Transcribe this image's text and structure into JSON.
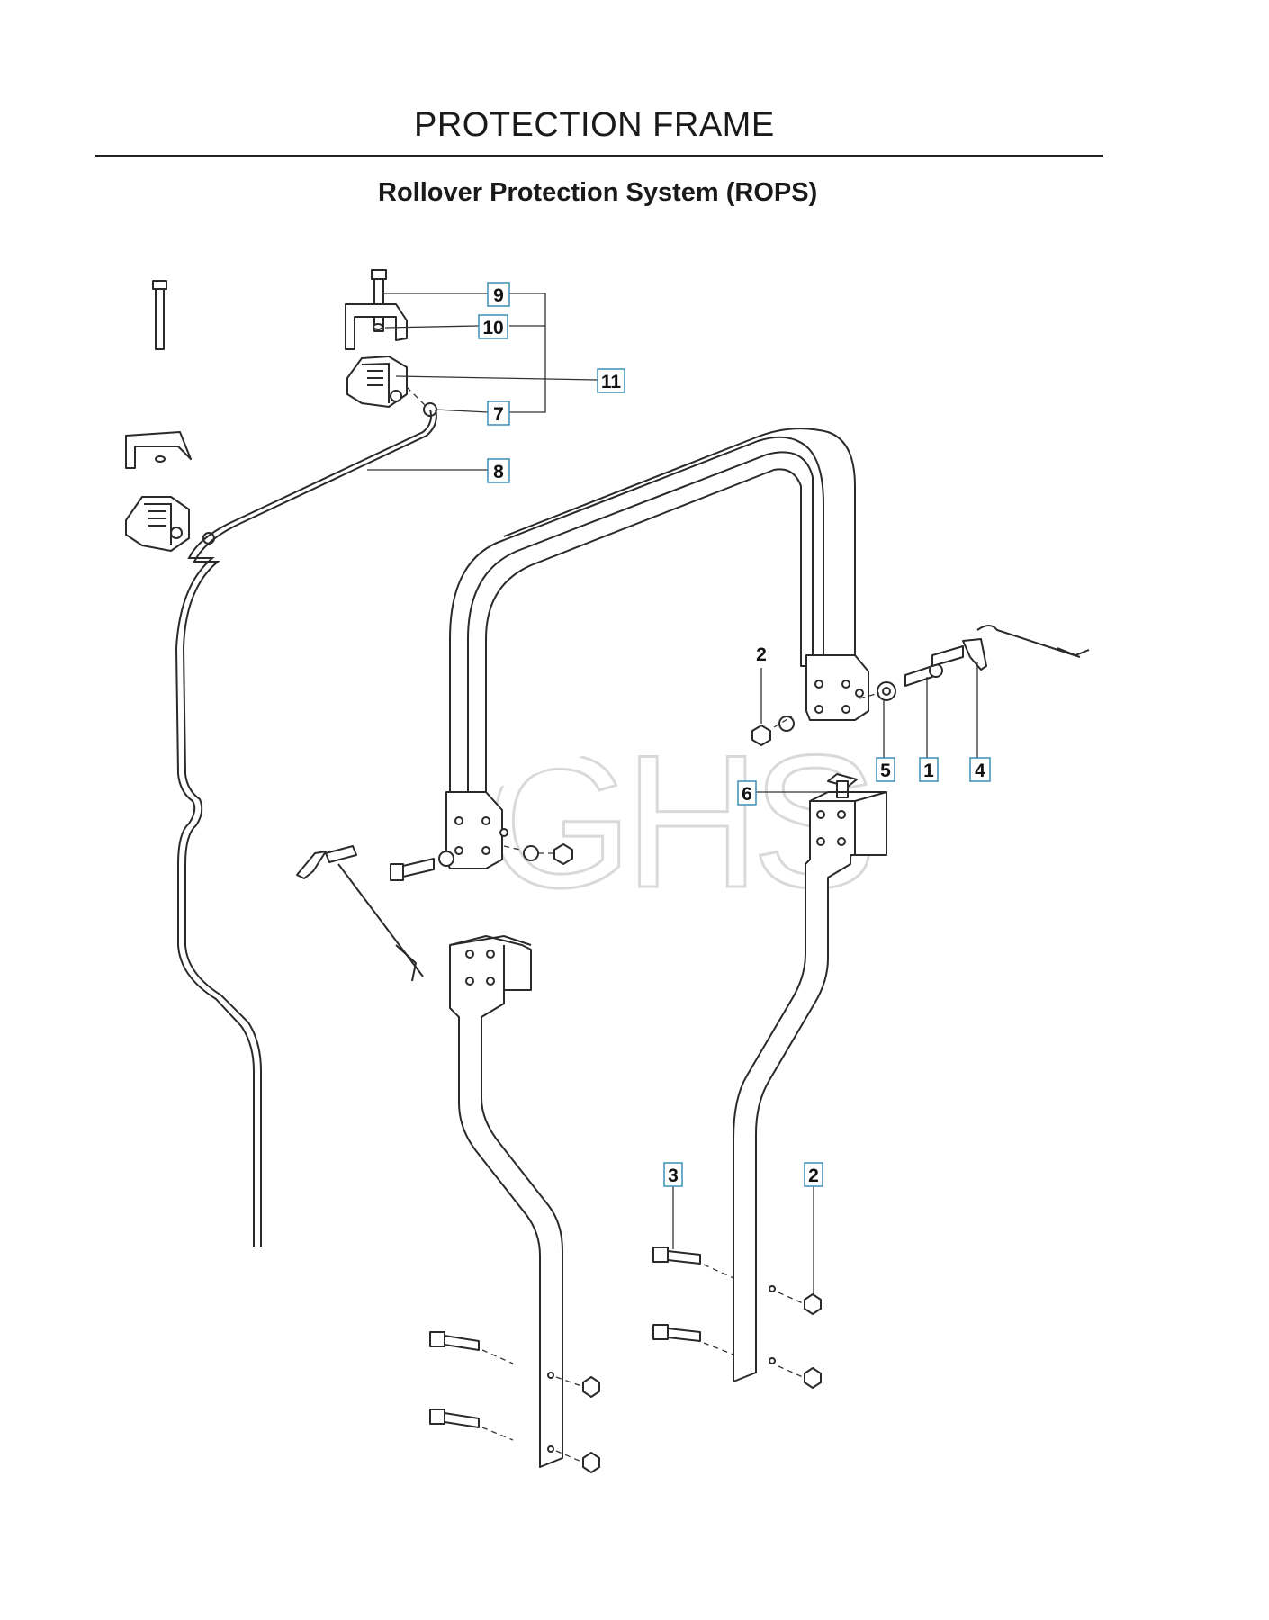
{
  "header": {
    "title": "PROTECTION FRAME",
    "subtitle": "Rollover Protection System (ROPS)"
  },
  "watermark": "GHS",
  "callouts": {
    "c9": "9",
    "c10": "10",
    "c11": "11",
    "c7": "7",
    "c8": "8",
    "c2_top": "2",
    "c5": "5",
    "c1": "1",
    "c4": "4",
    "c6": "6",
    "c3": "3",
    "c2_bottom": "2"
  },
  "colors": {
    "callout_border": "#3a8fb5",
    "line": "#2a2a2a",
    "watermark": "#d9d9d9"
  }
}
